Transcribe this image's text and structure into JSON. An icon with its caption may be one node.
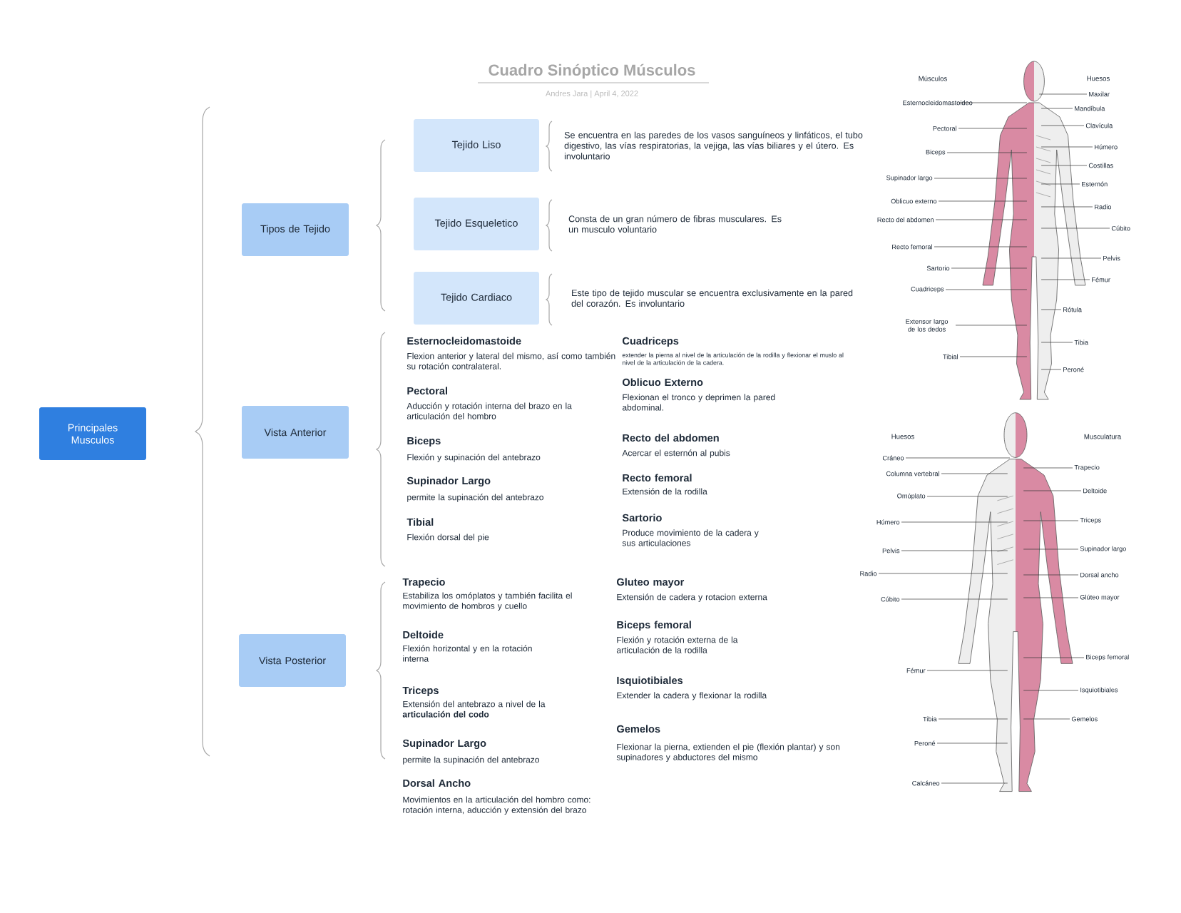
{
  "diagram": {
    "title": "Cuadro Sinóptico Músculos",
    "nodes": [
      {
        "text": [
          "Principales Musculos"
        ]
      },
      {
        "text": [
          "Tipos de Tejido"
        ]
      },
      {
        "text": [
          "Tejido Liso"
        ],
        "beside": [
          "Se encuentra en las paredes de los vasos sanguíneos y linfáticos, el tubo digestivo, las vías respiratorias, la vejiga, las vías biliares y el útero. Es involuntario"
        ]
      },
      {
        "text": [
          "Tejido Esqueletico"
        ],
        "beside": [
          "Consta de un gran número de fibras musculares. Es un musculo voluntario"
        ]
      },
      {
        "text": [
          "Tejido Cardiaco"
        ],
        "beside": [
          "Este tipo de tejido muscular se encuentra exclusivamente en la pared del corazón. Es involuntario"
        ]
      },
      {
        "text": [
          "Vista Anterior"
        ]
      },
      {
        "text": [
          "Vista Posterior"
        ]
      },
      {
        "text": [
          "Esternocleidomastoideo"
        ]
      },
      {
        "text": [
          "Pectoral"
        ]
      },
      {
        "text": [
          "Biceps"
        ]
      },
      {
        "text": [
          "Supinador largo"
        ]
      },
      {
        "text": [
          "Oblicuo externo"
        ]
      },
      {
        "text": [
          "Recto del abdomen"
        ]
      },
      {
        "text": [
          "Recto femoral"
        ]
      },
      {
        "text": [
          "Sartorio"
        ]
      },
      {
        "text": [
          "Cuadriceps"
        ]
      },
      {
        "text": [
          "Extensor largo de los dedos"
        ]
      },
      {
        "text": [
          "Tibial"
        ]
      },
      {
        "text": [
          "Maxilar"
        ]
      },
      {
        "text": [
          "Mandíbula"
        ]
      },
      {
        "text": [
          "Clavícula"
        ]
      },
      {
        "text": [
          "Húmero"
        ]
      },
      {
        "text": [
          "Costillas"
        ]
      },
      {
        "text": [
          "Esternón"
        ]
      },
      {
        "text": [
          "Radio"
        ]
      },
      {
        "text": [
          "Cúbito"
        ]
      },
      {
        "text": [
          "Pelvis"
        ]
      },
      {
        "text": [
          "Fémur"
        ]
      },
      {
        "text": [
          "Rótula"
        ]
      },
      {
        "text": [
          "Tibia"
        ]
      },
      {
        "text": [
          "Peroné"
        ]
      },
      {
        "text": [
          "Cráneo"
        ]
      },
      {
        "text": [
          "Columna vertebral"
        ]
      },
      {
        "text": [
          "Omóplato"
        ]
      },
      {
        "text": [
          "Húmero"
        ]
      },
      {
        "text": [
          "Pelvis"
        ]
      },
      {
        "text": [
          "Radio"
        ]
      },
      {
        "text": [
          "Cúbito"
        ]
      },
      {
        "text": [
          "Fémur"
        ]
      },
      {
        "text": [
          "Tibia"
        ]
      },
      {
        "text": [
          "Peroné"
        ]
      },
      {
        "text": [
          "Calcáneo"
        ]
      },
      {
        "text": [
          "Trapecio"
        ]
      },
      {
        "text": [
          "Deltoide"
        ]
      },
      {
        "text": [
          "Triceps"
        ]
      },
      {
        "text": [
          "Supinador largo"
        ]
      },
      {
        "text": [
          "Dorsal ancho"
        ]
      },
      {
        "text": [
          "Glúteo mayor"
        ]
      },
      {
        "text": [
          "Biceps femoral"
        ]
      },
      {
        "text": [
          "Isquiotibiales"
        ]
      },
      {
        "text": [
          "Gemelos"
        ]
      }
    ],
    "edges": [
      {
        "from": 7,
        "to": null,
        "arrow": "none"
      },
      {
        "from": 8,
        "to": null,
        "arrow": "none"
      },
      {
        "from": 9,
        "to": null,
        "arrow": "none"
      },
      {
        "from": 10,
        "to": null,
        "arrow": "none"
      },
      {
        "from": 11,
        "to": null,
        "arrow": "none"
      },
      {
        "from": 12,
        "to": null,
        "arrow": "none"
      },
      {
        "from": 13,
        "to": null,
        "arrow": "none"
      },
      {
        "from": 14,
        "to": null,
        "arrow": "none"
      },
      {
        "from": 15,
        "to": null,
        "arrow": "none"
      },
      {
        "from": 16,
        "to": null,
        "arrow": "none"
      },
      {
        "from": 17,
        "to": null,
        "arrow": "none"
      },
      {
        "from": 18,
        "to": null,
        "arrow": "none"
      },
      {
        "from": 19,
        "to": null,
        "arrow": "none"
      },
      {
        "from": 20,
        "to": null,
        "arrow": "none"
      },
      {
        "from": 21,
        "to": null,
        "arrow": "none"
      },
      {
        "from": 22,
        "to": null,
        "arrow": "none"
      },
      {
        "from": 23,
        "to": null,
        "arrow": "none"
      },
      {
        "from": 24,
        "to": null,
        "arrow": "none"
      },
      {
        "from": 25,
        "to": null,
        "arrow": "none"
      },
      {
        "from": 26,
        "to": null,
        "arrow": "none"
      },
      {
        "from": 27,
        "to": null,
        "arrow": "none"
      },
      {
        "from": 28,
        "to": null,
        "arrow": "none"
      },
      {
        "from": 29,
        "to": null,
        "arrow": "none"
      },
      {
        "from": 30,
        "to": null,
        "arrow": "none"
      },
      {
        "from": 31,
        "to": null,
        "arrow": "none"
      },
      {
        "from": 32,
        "to": null,
        "arrow": "none"
      },
      {
        "from": 33,
        "to": null,
        "arrow": "none"
      },
      {
        "from": 34,
        "to": null,
        "arrow": "none"
      },
      {
        "from": 35,
        "to": null,
        "arrow": "none"
      },
      {
        "from": 36,
        "to": null,
        "arrow": "none"
      },
      {
        "from": 37,
        "to": null,
        "arrow": "none"
      },
      {
        "from": 38,
        "to": null,
        "arrow": "none"
      },
      {
        "from": 39,
        "to": null,
        "arrow": "none"
      },
      {
        "from": 40,
        "to": null,
        "arrow": "none"
      },
      {
        "from": 41,
        "to": null,
        "arrow": "none"
      },
      {
        "from": 42,
        "to": null,
        "arrow": "none"
      },
      {
        "from": 43,
        "to": null,
        "arrow": "none"
      },
      {
        "from": 44,
        "to": null,
        "arrow": "none"
      },
      {
        "from": 45,
        "to": null,
        "arrow": "none"
      },
      {
        "from": 46,
        "to": null,
        "arrow": "none"
      },
      {
        "from": 47,
        "to": null,
        "arrow": "none"
      },
      {
        "from": 48,
        "to": null,
        "arrow": "none"
      },
      {
        "from": 49,
        "to": null,
        "arrow": "none"
      },
      {
        "from": 50,
        "to": null,
        "arrow": "none"
      }
    ],
    "labels": [
      "Andres Jara | April 4, 2022",
      "Esternocleidomastoide",
      "Flexion anterior y lateral del mismo, así como también su rotación contralateral.",
      "Pectoral",
      "Aducción y rotación interna del brazo en la articulación del hombro",
      "Biceps",
      "Flexión y supinación del antebrazo",
      "Supinador Largo",
      "permite la supinación del antebrazo",
      "Tibial",
      "Flexión dorsal del pie",
      "Cuadriceps",
      "extender la pierna al nivel de la articulación de la rodilla y flexionar el muslo al nivel de la articulación de la cadera.",
      "Oblicuo Externo",
      "Flexionan el tronco y deprimen la pared abdominal.",
      "Recto del abdomen",
      "Acercar el esternón al pubis",
      "Recto femoral",
      "Extensión de la rodilla",
      "Sartorio",
      "Produce movimiento de la cadera y sus articulaciones",
      "Trapecio",
      "Estabiliza los omóplatos y también facilita el movimiento de hombros y cuello",
      "Deltoide",
      "Flexión horizontal y en la rotación interna",
      "Triceps",
      "Extensión del antebrazo a nivel de la **articulación del codo**",
      "Supinador Largo",
      "permite la supinación del antebrazo",
      "Dorsal Ancho",
      "Movimientos en la articulación del hombro como: rotación interna, aducción y extensión del brazo",
      "Gluteo mayor",
      "Extensión de cadera y rotacion externa",
      "Biceps femoral",
      "Flexión y rotación externa de la articulación de la rodilla",
      "Isquiotibiales",
      "Extender la cadera y flexionar la rodilla",
      "Gemelos",
      "Flexionar la pierna, extienden el pie (flexión plantar) y son supinadores y abductores del mismo",
      "Músculos",
      "Huesos",
      "Huesos",
      "Musculatura"
    ]
  }
}
